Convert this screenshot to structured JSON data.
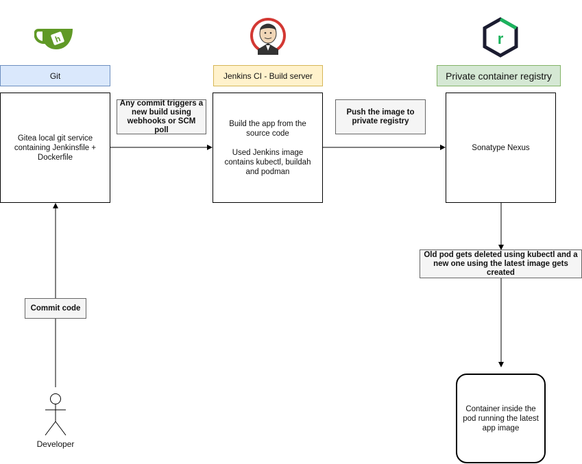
{
  "headers": {
    "git": "Git",
    "jenkins": "Jenkins CI - Build server",
    "registry": "Private container registry"
  },
  "boxes": {
    "gitea": "Gitea local git service containing Jenkinsfile + Dockerfile",
    "build": "Build the app from the source code\n\nUsed Jenkins image contains kubectl, buildah and podman",
    "nexus": "Sonatype Nexus",
    "container": "Container inside the pod running the latest app image"
  },
  "edge_labels": {
    "trigger": "Any commit triggers a new build using webhooks or SCM poll",
    "push": "Push the image to private registry",
    "redeploy": "Old pod gets deleted using kubectl and a new one using the latest image gets created",
    "commit": "Commit code"
  },
  "actor": {
    "label": "Developer"
  },
  "logos": {
    "gitea": {
      "icon": "gitea-teacup-logo",
      "color": "#609926"
    },
    "jenkins": {
      "icon": "jenkins-butler-logo",
      "color": "#d33833"
    },
    "nexus": {
      "icon": "nexus-hexagon-logo",
      "color": "#1b1c30",
      "accent": "#1bb35d",
      "letter": "r"
    }
  },
  "colors": {
    "git_header_fill": "#dae8fc",
    "git_header_border": "#6c8ebf",
    "jenkins_header_fill": "#fff2cc",
    "jenkins_header_border": "#d6b656",
    "registry_header_fill": "#d5e8d4",
    "registry_header_border": "#82b366"
  }
}
